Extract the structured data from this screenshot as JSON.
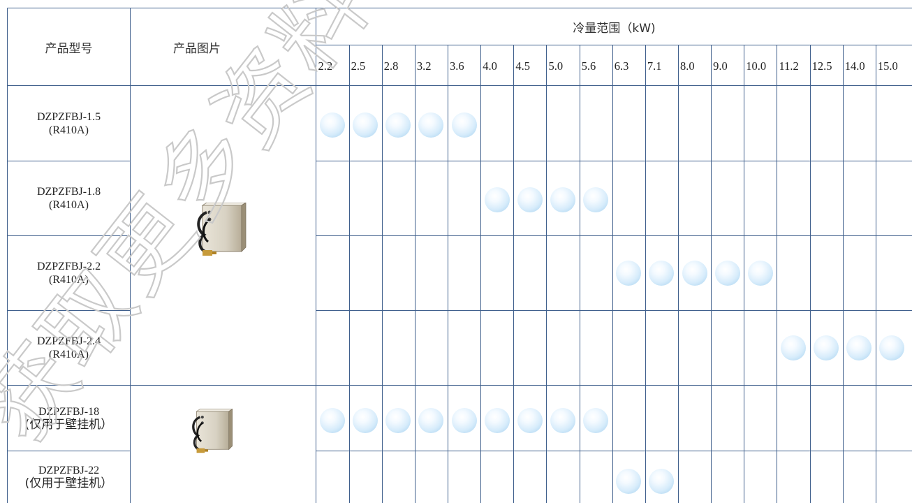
{
  "headers": {
    "model": "产品型号",
    "image": "产品图片",
    "capacity": "冷量范围（kW)"
  },
  "capacities": [
    "2.2",
    "2.5",
    "2.8",
    "3.2",
    "3.6",
    "4.0",
    "4.5",
    "5.0",
    "5.6",
    "6.3",
    "7.1",
    "8.0",
    "9.0",
    "10.0",
    "11.2",
    "12.5",
    "14.0",
    "15.0"
  ],
  "rows": [
    {
      "model": "DZPZFBJ-1.5",
      "note": "(R410A)",
      "covered": [
        0,
        1,
        2,
        3,
        4
      ]
    },
    {
      "model": "DZPZFBJ-1.8",
      "note": "(R410A)",
      "covered": [
        5,
        6,
        7,
        8
      ]
    },
    {
      "model": "DZPZFBJ-2.2",
      "note": "(R410A)",
      "covered": [
        9,
        10,
        11,
        12,
        13
      ]
    },
    {
      "model": "DZPZFBJ-2.4",
      "note": "(R410A)",
      "covered": [
        14,
        15,
        16,
        17
      ]
    },
    {
      "model": "DZPZFBJ-18",
      "note": "(仅用于壁挂机）",
      "covered": [
        0,
        1,
        2,
        3,
        4,
        5,
        6,
        7,
        8
      ]
    },
    {
      "model": "DZPZFBJ-22",
      "note": "(仅用于壁挂机）",
      "covered": [
        9,
        10
      ]
    }
  ],
  "watermark": "获取更多资料",
  "colors": {
    "grid": "#3f5f8c",
    "marker": "#bfe0f6"
  }
}
